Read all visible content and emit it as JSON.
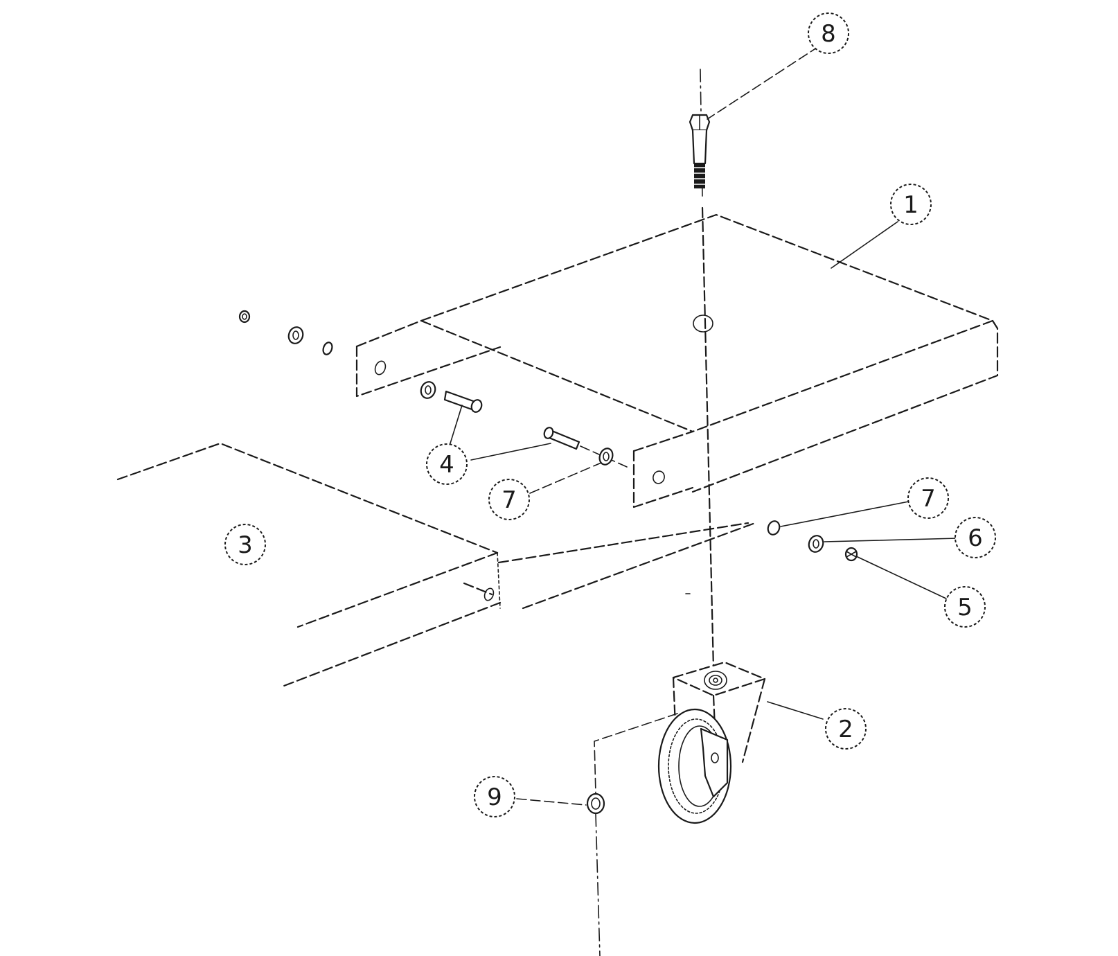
{
  "colors": {
    "ink": "#1a1a1a",
    "paper": "#ffffff"
  },
  "balloons": [
    {
      "id": "1",
      "label": "1"
    },
    {
      "id": "2",
      "label": "2"
    },
    {
      "id": "3",
      "label": "3"
    },
    {
      "id": "4",
      "label": "4"
    },
    {
      "id": "5",
      "label": "5"
    },
    {
      "id": "6",
      "label": "6"
    },
    {
      "id": "7a",
      "label": "7"
    },
    {
      "id": "7b",
      "label": "7"
    },
    {
      "id": "8",
      "label": "8"
    },
    {
      "id": "9",
      "label": "9"
    }
  ]
}
